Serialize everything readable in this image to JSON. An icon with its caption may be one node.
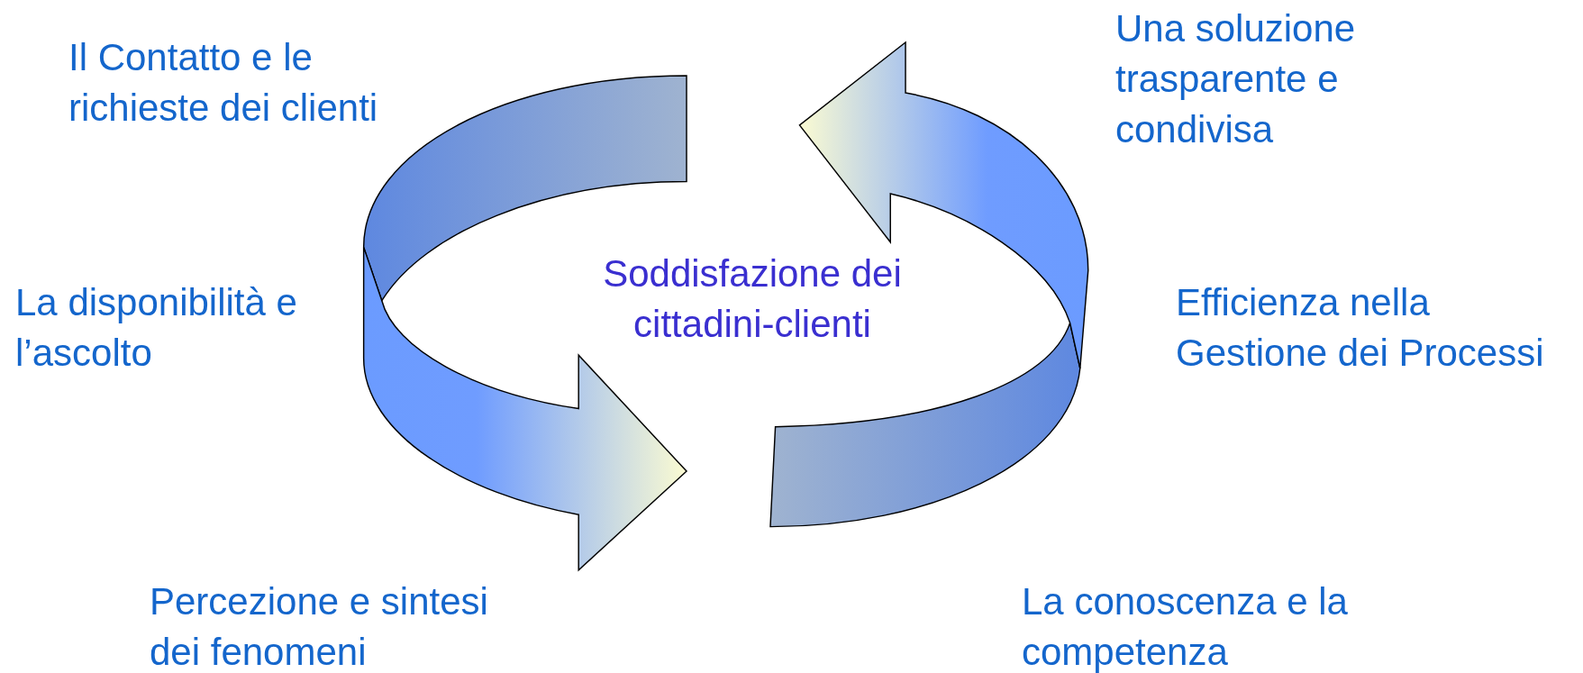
{
  "diagram": {
    "labels": [
      "Il Contatto e le richieste dei clienti",
      "Una soluzione trasparente e condivisa",
      "La disponibilità e l’ascolto",
      "Soddisfazione dei cittadini-clienti",
      "Efficienza nella Gestione dei Processi",
      "Percezione e sintesi dei fenomeni",
      "La conoscenza e la competenza"
    ]
  }
}
